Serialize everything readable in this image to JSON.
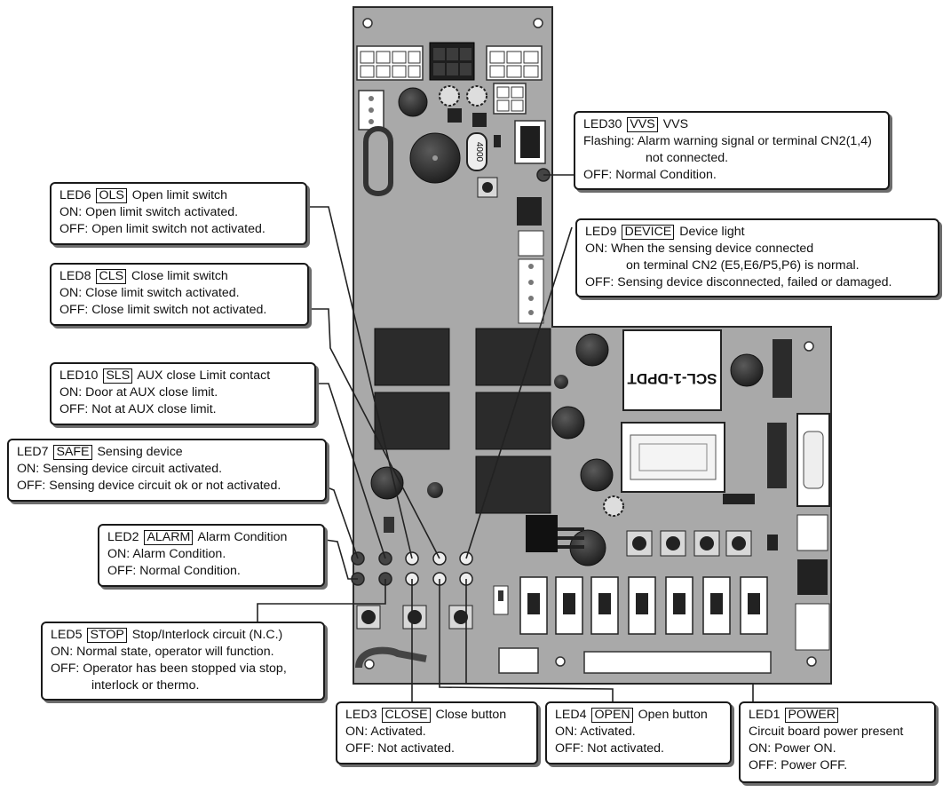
{
  "board": {
    "relay_label": "SCL-1-DPDT",
    "buzzer_label": "4000"
  },
  "callouts": [
    {
      "id": "led30",
      "led": "LED30",
      "code": "VVS",
      "name": "VVS",
      "lines": [
        "Flashing: Alarm warning signal or terminal CN2(1,4)",
        "not connected.",
        "OFF: Normal Condition."
      ]
    },
    {
      "id": "led6",
      "led": "LED6",
      "code": "OLS",
      "name": "Open limit switch",
      "lines": [
        "ON: Open limit switch activated.",
        "OFF: Open limit switch not activated."
      ]
    },
    {
      "id": "led9",
      "led": "LED9",
      "code": "DEVICE",
      "name": "Device light",
      "lines": [
        "ON: When the sensing device connected",
        "on terminal CN2 (E5,E6/P5,P6) is normal.",
        "OFF: Sensing device disconnected, failed or damaged."
      ]
    },
    {
      "id": "led8",
      "led": "LED8",
      "code": "CLS",
      "name": "Close limit switch",
      "lines": [
        "ON: Close limit switch activated.",
        "OFF: Close limit switch not activated."
      ]
    },
    {
      "id": "led10",
      "led": "LED10",
      "code": "SLS",
      "name": "AUX close Limit contact",
      "lines": [
        "ON: Door at AUX close limit.",
        "OFF: Not at AUX close limit."
      ]
    },
    {
      "id": "led7",
      "led": "LED7",
      "code": "SAFE",
      "name": "Sensing device",
      "lines": [
        "ON: Sensing device circuit activated.",
        "OFF: Sensing device circuit ok or not activated."
      ]
    },
    {
      "id": "led2",
      "led": "LED2",
      "code": "ALARM",
      "name": "Alarm Condition",
      "lines": [
        "ON: Alarm Condition.",
        "OFF: Normal Condition."
      ]
    },
    {
      "id": "led5",
      "led": "LED5",
      "code": "STOP",
      "name": "Stop/Interlock circuit (N.C.)",
      "lines": [
        "ON: Normal state, operator will function.",
        "OFF: Operator has been stopped via stop,",
        "interlock or thermo."
      ]
    },
    {
      "id": "led3",
      "led": "LED3",
      "code": "CLOSE",
      "name": "Close button",
      "lines": [
        "ON: Activated.",
        "OFF: Not activated."
      ]
    },
    {
      "id": "led4",
      "led": "LED4",
      "code": "OPEN",
      "name": "Open button",
      "lines": [
        "ON: Activated.",
        "OFF: Not activated."
      ]
    },
    {
      "id": "led1",
      "led": "LED1",
      "code": "POWER",
      "name": "",
      "lines": [
        "Circuit board power present",
        "ON: Power ON.",
        "OFF: Power OFF."
      ]
    }
  ]
}
